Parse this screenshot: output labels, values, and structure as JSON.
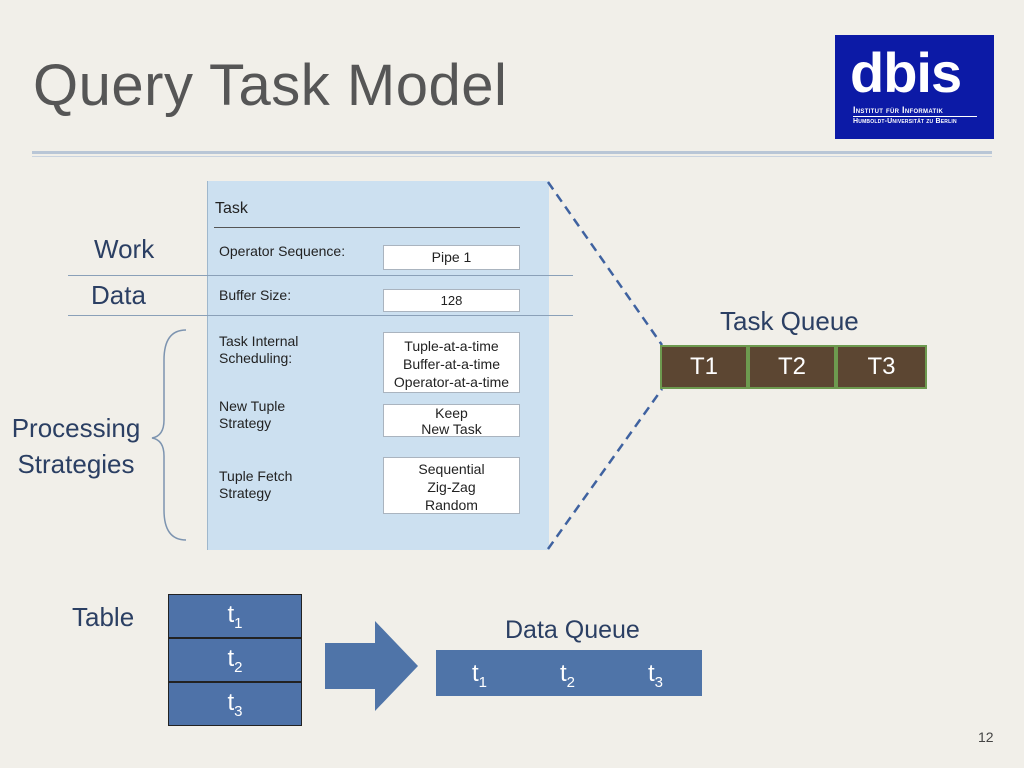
{
  "slide": {
    "title": "Query Task Model",
    "page_number": "12"
  },
  "logo": {
    "name": "dbis",
    "line1": "Institut für Informatik",
    "line2": "Humboldt-Universität zu Berlin",
    "color": "#0c1aa6"
  },
  "task": {
    "title": "Task",
    "rows": [
      {
        "label": "Operator Sequence:",
        "value": "Pipe 1"
      },
      {
        "label": "Buffer Size:",
        "value": "128"
      },
      {
        "label_lines": [
          "Task Internal",
          "Scheduling:"
        ],
        "value_lines": [
          "Tuple-at-a-time",
          "Buffer-at-a-time",
          "Operator-at-a-time"
        ]
      },
      {
        "label_lines": [
          "New Tuple",
          "Strategy"
        ],
        "value_lines": [
          "Keep",
          "New Task"
        ]
      },
      {
        "label_lines": [
          "Tuple Fetch",
          "Strategy"
        ],
        "value_lines": [
          "Sequential",
          "Zig-Zag",
          "Random"
        ]
      }
    ]
  },
  "side_labels": {
    "work": "Work",
    "data": "Data",
    "processing": [
      "Processing",
      "Strategies"
    ]
  },
  "task_queue": {
    "label": "Task Queue",
    "items": [
      "T1",
      "T2",
      "T3"
    ],
    "cell_color": "#5c4632",
    "border_color": "#6d9a4f"
  },
  "table": {
    "label": "Table",
    "rows": [
      {
        "base": "t",
        "sub": "1"
      },
      {
        "base": "t",
        "sub": "2"
      },
      {
        "base": "t",
        "sub": "3"
      }
    ]
  },
  "data_queue": {
    "label": "Data Queue",
    "items": [
      {
        "base": "t",
        "sub": "1"
      },
      {
        "base": "t",
        "sub": "2"
      },
      {
        "base": "t",
        "sub": "3"
      }
    ]
  },
  "colors": {
    "arrow": "#4f74a8",
    "dashed": "#3f62a0",
    "panel": "#cce0f0"
  }
}
